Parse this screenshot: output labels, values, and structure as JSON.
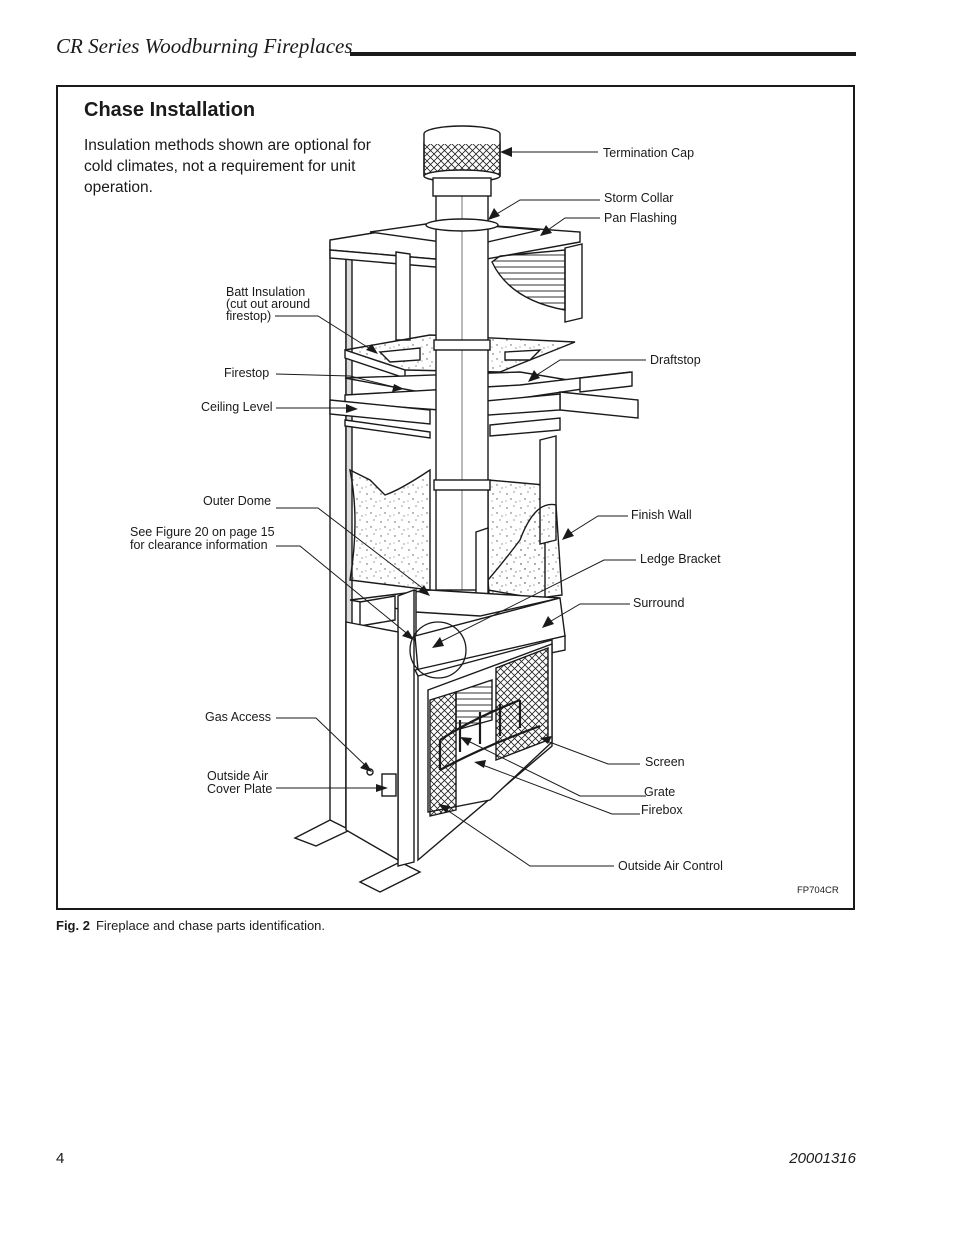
{
  "header": {
    "title": "CR Series Woodburning Fireplaces"
  },
  "section": {
    "title": "Chase Installation",
    "note": "Insulation methods shown are optional for cold climates, not a requirement for unit operation."
  },
  "diagram": {
    "labels": {
      "termination_cap": "Termination Cap",
      "storm_collar": "Storm Collar",
      "pan_flashing": "Pan Flashing",
      "batt_insulation_1": "Batt Insulation",
      "batt_insulation_2": "(cut out around",
      "batt_insulation_3": "firestop)",
      "draftstop": "Draftstop",
      "firestop": "Firestop",
      "ceiling_level": "Ceiling Level",
      "outer_dome": "Outer Dome",
      "finish_wall": "Finish Wall",
      "see_figure_1": "See Figure 20 on page 15",
      "see_figure_2": "for clearance information",
      "ledge_bracket": "Ledge Bracket",
      "surround": "Surround",
      "gas_access": "Gas Access",
      "screen": "Screen",
      "outside_air_1": "Outside Air",
      "outside_air_2": "Cover Plate",
      "grate": "Grate",
      "firebox": "Firebox",
      "outside_air_control": "Outside Air Control",
      "figure_code": "FP704CR"
    }
  },
  "caption": {
    "figure_number": "Fig. 2",
    "text": "Fireplace and chase parts identification."
  },
  "footer": {
    "page_number": "4",
    "document_number": "20001316"
  }
}
